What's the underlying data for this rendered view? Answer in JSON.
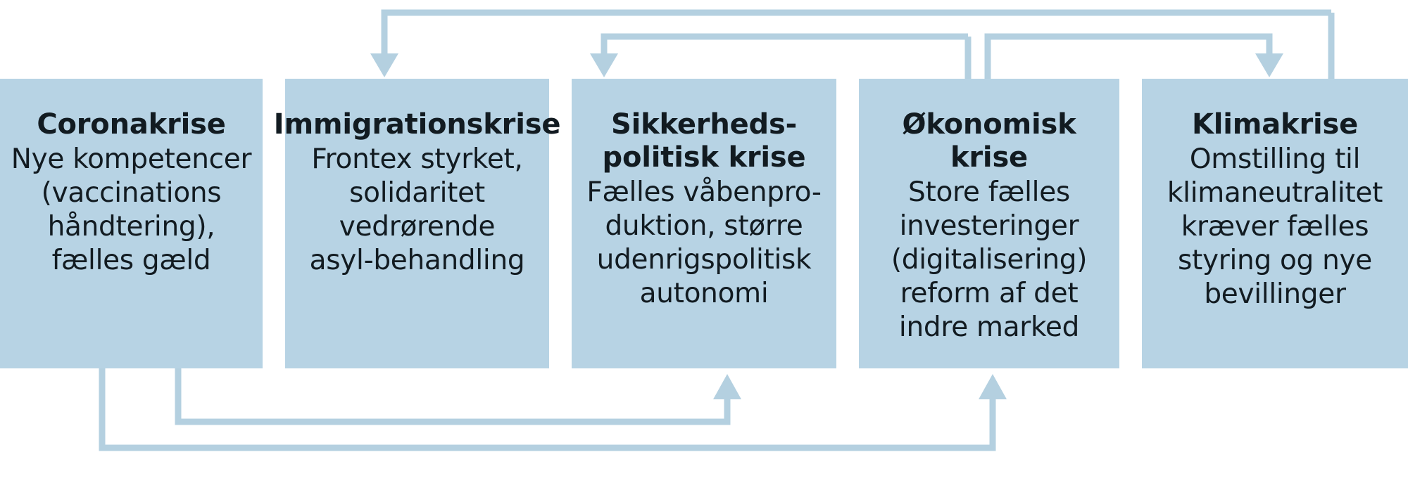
{
  "diagram": {
    "title_semantic": "EU crises and integration responses",
    "colors": {
      "box_fill": "#b7d3e4",
      "arrow": "#b4d0e0",
      "text": "#121b21",
      "background": "#ffffff"
    },
    "boxes": [
      {
        "id": "coronakrise",
        "title": "Coronakrise",
        "body": "Nye kompetencer\n(vaccinations\nhåndtering),\nfælles gæld"
      },
      {
        "id": "immigrationskrise",
        "title": "Immigrationskrise",
        "body": "Frontex styrket,\nsolidaritet\nvedrørende\nasyl-behandling"
      },
      {
        "id": "sikkerhedspolitisk-krise",
        "title": "Sikkerheds-\npolitisk krise",
        "body": "Fælles våbenpro-\nduktion, større\nudenrigspolitisk\nautonomi"
      },
      {
        "id": "okonomisk-krise",
        "title": "Økonomisk krise",
        "body": "Store fælles\ninvesteringer\n(digitalisering)\nreform af det\nindre marked"
      },
      {
        "id": "klimakrise",
        "title": "Klimakrise",
        "body": "Omstilling til\nklimaneutralitet\nkræver fælles\nstyring og nye\nbevillinger"
      }
    ],
    "connectors": [
      {
        "id": "corona-to-immigration",
        "from": "coronakrise",
        "to": "immigrationskrise",
        "route": "top"
      },
      {
        "id": "corona-to-sikkerhedspolitisk",
        "from": "coronakrise",
        "to": "sikkerhedspolitisk-krise",
        "route": "top"
      },
      {
        "id": "okonomisk-to-klima",
        "from": "okonomisk-krise",
        "to": "klimakrise",
        "route": "top"
      },
      {
        "id": "okonomisk-to-sikkerhedspolitisk",
        "from": "okonomisk-krise",
        "to": "sikkerhedspolitisk-krise",
        "route": "bottom"
      },
      {
        "id": "corona-to-okonomisk",
        "from": "coronakrise",
        "to": "okonomisk-krise",
        "route": "bottom"
      }
    ]
  }
}
